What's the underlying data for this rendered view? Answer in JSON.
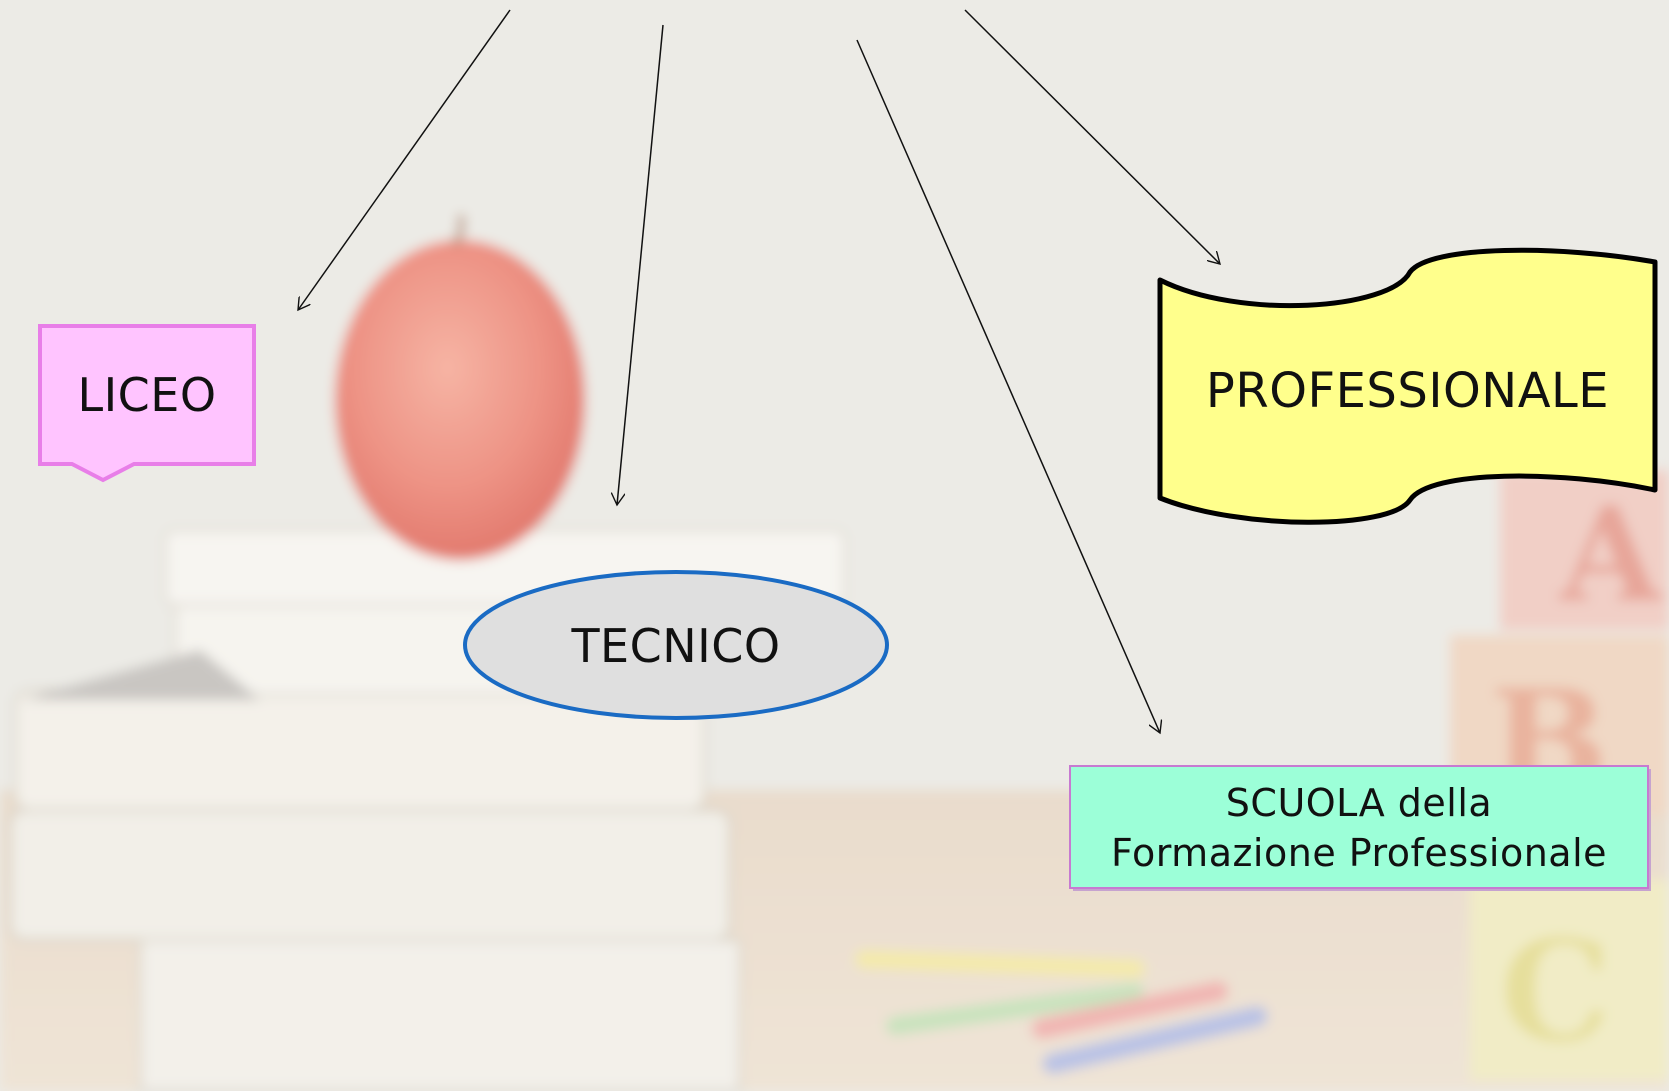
{
  "diagram": {
    "nodes": [
      {
        "id": "liceo",
        "label": "LICEO",
        "shape": "callout",
        "fill": "#ffc4ff",
        "stroke": "#e87ee8"
      },
      {
        "id": "tecnico",
        "label": "TECNICO",
        "shape": "ellipse",
        "fill": "#dfdfdf",
        "stroke": "#1a6bc4"
      },
      {
        "id": "professionale",
        "label": "PROFESSIONALE",
        "shape": "banner",
        "fill": "#ffff8c",
        "stroke": "#000000"
      },
      {
        "id": "formazione",
        "label_line1": "SCUOLA della",
        "label_line2": "Formazione Professionale",
        "shape": "rectangle",
        "fill": "#9cffd8",
        "stroke": "#c77ad1"
      }
    ],
    "arrows": [
      {
        "to": "liceo"
      },
      {
        "to": "tecnico"
      },
      {
        "to": "formazione"
      },
      {
        "to": "professionale"
      }
    ]
  }
}
